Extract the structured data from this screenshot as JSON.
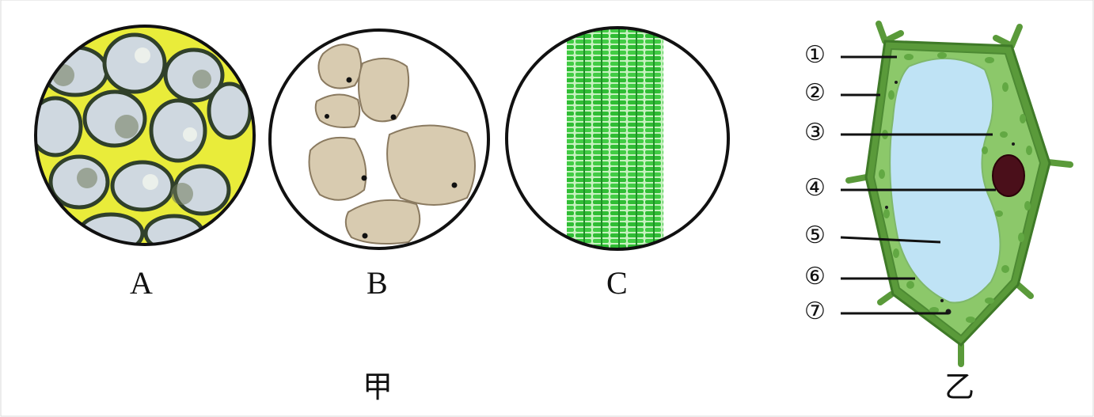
{
  "figure_jia": {
    "panel_labels": [
      "A",
      "B",
      "C"
    ],
    "group_label": "甲"
  },
  "figure_yi": {
    "group_label": "乙",
    "part_numbers": [
      "①",
      "②",
      "③",
      "④",
      "⑤",
      "⑥",
      "⑦"
    ]
  },
  "colors": {
    "outline": "#111111",
    "cell_wall_green": "#5a9a3a",
    "cytoplasm_green": "#8cc86a",
    "vacuole_blue": "#bfe3f5",
    "nucleus": "#4a0f1a",
    "starch_tan": "#d8cbb0",
    "fiber_green": "#3cc23c"
  }
}
